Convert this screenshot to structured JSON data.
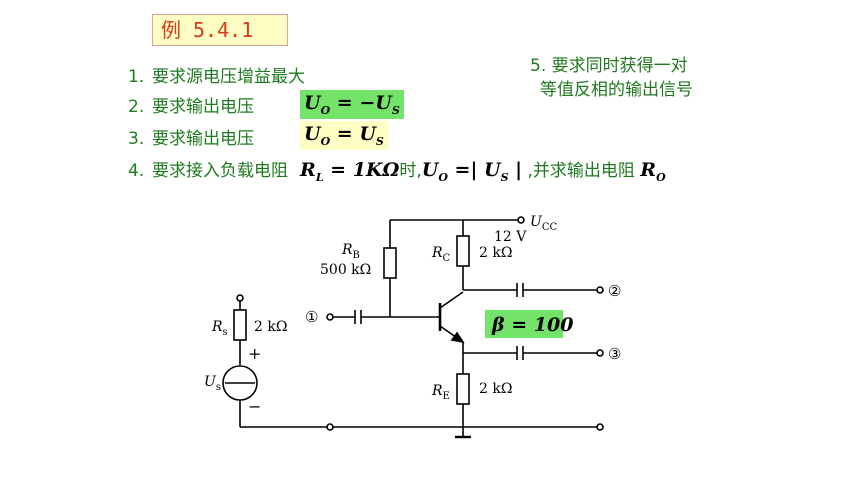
{
  "title": "例 5.4.1",
  "requirements": [
    {
      "num": "1.",
      "text": "要求源电压增益最大"
    },
    {
      "num": "2.",
      "text": "要求输出电压"
    },
    {
      "num": "3.",
      "text": "要求输出电压"
    },
    {
      "num": "4.",
      "text": "要求接入负载电阻"
    }
  ],
  "formula2": {
    "lhs": "U",
    "lhs_sub": "O",
    "op": " = −",
    "rhs": "U",
    "rhs_sub": "S"
  },
  "formula3": {
    "lhs": "U",
    "lhs_sub": "O",
    "op": " = ",
    "rhs": "U",
    "rhs_sub": "S"
  },
  "req4": {
    "rl": "R",
    "rl_sub": "L",
    "rl_val": " = 1KΩ",
    "mid": "时,",
    "uo": "U",
    "uo_sub": "O",
    "eq": " =| ",
    "us": "U",
    "us_sub": "S",
    "bar": " |",
    "tail": " ,并求输出电阻 ",
    "ro": "R",
    "ro_sub": "O"
  },
  "req5": {
    "line1": "5.  要求同时获得一对",
    "line2": "等值反相的输出信号"
  },
  "circuit": {
    "ucc": "U",
    "ucc_sub": "CC",
    "ucc_val": "12 V",
    "rb": "R",
    "rb_sub": "B",
    "rb_val": "500 kΩ",
    "rc": "R",
    "rc_sub": "C",
    "rc_val": "2 kΩ",
    "rs": "R",
    "rs_sub": "s",
    "rs_val": "2 kΩ",
    "us": "U",
    "us_sub": "s",
    "re": "R",
    "re_sub": "E",
    "re_val": "2 kΩ",
    "beta": "β = 100",
    "node1": "①",
    "node2": "②",
    "node3": "③",
    "plus": "+",
    "minus": "−"
  }
}
